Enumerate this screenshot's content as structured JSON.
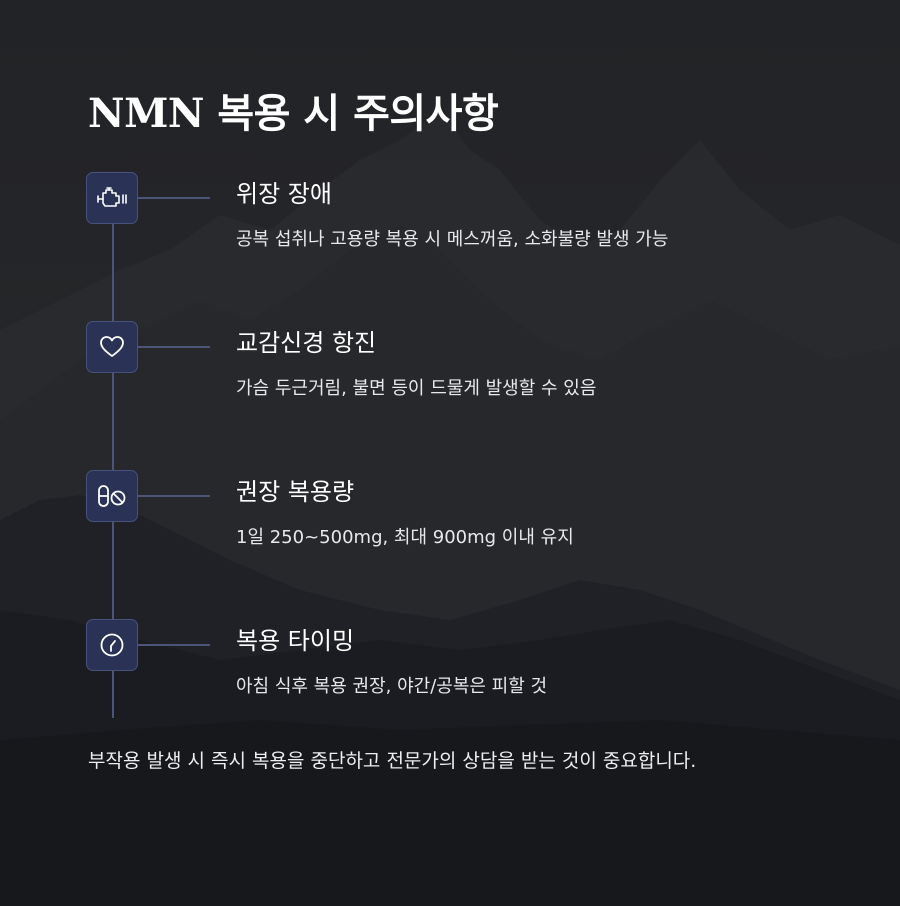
{
  "title": "NMN 복용 시 주의사항",
  "colors": {
    "background": "#1f2023",
    "icon_box": "#2a3356",
    "icon_border": "#46527e",
    "timeline": "#4a5578",
    "text": "#ffffff"
  },
  "steps": [
    {
      "icon": "engine-warning-icon",
      "title": "위장 장애",
      "description": "공복 섭취나 고용량 복용 시 메스꺼움, 소화불량 발생 가능"
    },
    {
      "icon": "heart-icon",
      "title": "교감신경 항진",
      "description": "가슴 두근거림, 불면 등이 드물게 발생할 수 있음"
    },
    {
      "icon": "pill-prohibited-icon",
      "title": "권장 복용량",
      "description": "1일 250~500mg, 최대 900mg 이내 유지"
    },
    {
      "icon": "clock-icon",
      "title": "복용 타이밍",
      "description": "아침 식후 복용 권장, 야간/공복은 피할 것"
    }
  ],
  "note": "부작용 발생 시 즉시 복용을 중단하고 전문가의 상담을 받는 것이 중요합니다."
}
